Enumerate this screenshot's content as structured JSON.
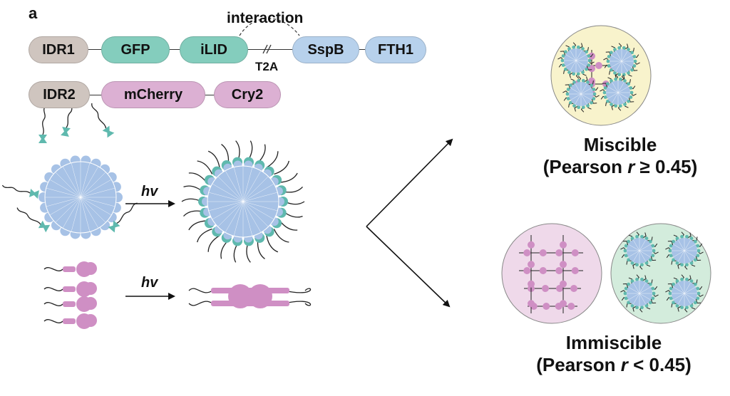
{
  "panel_label": "a",
  "constructs": {
    "row1": {
      "idr1": "IDR1",
      "gfp": "GFP",
      "ilid": "iLID",
      "sspb": "SspB",
      "fth1": "FTH1",
      "linker": "T2A"
    },
    "row2": {
      "idr2": "IDR2",
      "mcherry": "mCherry",
      "cry2": "Cry2"
    },
    "interaction": "interaction"
  },
  "arrows": {
    "light_label": "hv"
  },
  "outcomes": {
    "miscible": {
      "title": "Miscible",
      "cond_prefix": "(Pearson ",
      "cond_r": "r",
      "cond_suffix": " ≥ 0.45)"
    },
    "immiscible": {
      "title": "Immiscible",
      "cond_prefix": "(Pearson ",
      "cond_r": "r",
      "cond_suffix": " < 0.45)"
    }
  },
  "colors": {
    "idr": "#cfc5bf",
    "gfp": "#84cdbd",
    "ilid": "#84cdbd",
    "sspb": "#b7d1ec",
    "fth1": "#b7d1ec",
    "mcherry": "#dcb0d3",
    "cry2": "#dcb0d3",
    "core": "#a7c2e6",
    "teal": "#5fb9ae",
    "pink": "#cf8fc4",
    "yellow_bg": "#f8f3cc",
    "pink_bg": "#efd9ea",
    "green_bg": "#d3ecdc"
  }
}
